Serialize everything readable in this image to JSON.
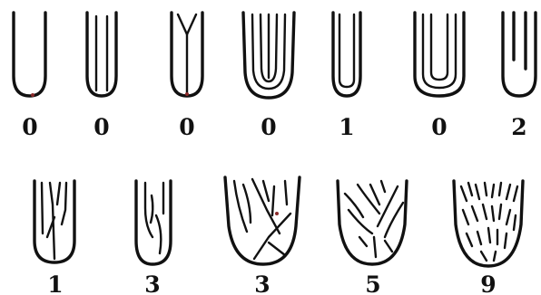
{
  "figure": {
    "rows": [
      {
        "items": [
          {
            "icon": "finger-outline-plain-icon",
            "label": "0"
          },
          {
            "icon": "finger-outline-two-lines-icon",
            "label": "0"
          },
          {
            "icon": "finger-outline-y-fork-icon",
            "label": "0"
          },
          {
            "icon": "finger-outline-nested-loops-icon",
            "label": "0"
          },
          {
            "icon": "finger-outline-single-loop-icon",
            "label": "1"
          },
          {
            "icon": "finger-outline-double-loop-icon",
            "label": "0"
          },
          {
            "icon": "finger-outline-two-stubs-icon",
            "label": "2"
          }
        ]
      },
      {
        "items": [
          {
            "icon": "finger-outline-branching-icon",
            "label": "1"
          },
          {
            "icon": "finger-outline-curved-lines-icon",
            "label": "3"
          },
          {
            "icon": "finger-outline-crossing-lines-icon",
            "label": "3"
          },
          {
            "icon": "finger-outline-many-crossings-icon",
            "label": "5"
          },
          {
            "icon": "finger-outline-dense-dashes-icon",
            "label": "9"
          }
        ]
      }
    ]
  }
}
